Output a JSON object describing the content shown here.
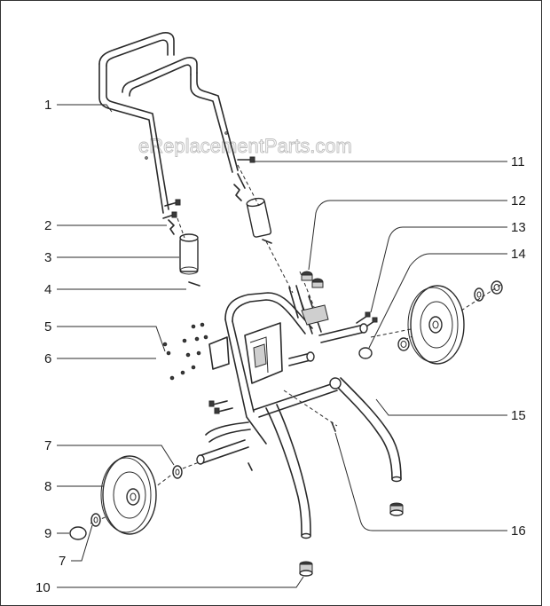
{
  "watermark": "eReplacementParts.com",
  "callouts": {
    "c1": "1",
    "c2": "2",
    "c3": "3",
    "c4": "4",
    "c5": "5",
    "c6": "6",
    "c7a": "7",
    "c8": "8",
    "c9": "9",
    "c7b": "7",
    "c10": "10",
    "c11": "11",
    "c12": "12",
    "c13": "13",
    "c14": "14",
    "c15": "15",
    "c16": "16"
  }
}
